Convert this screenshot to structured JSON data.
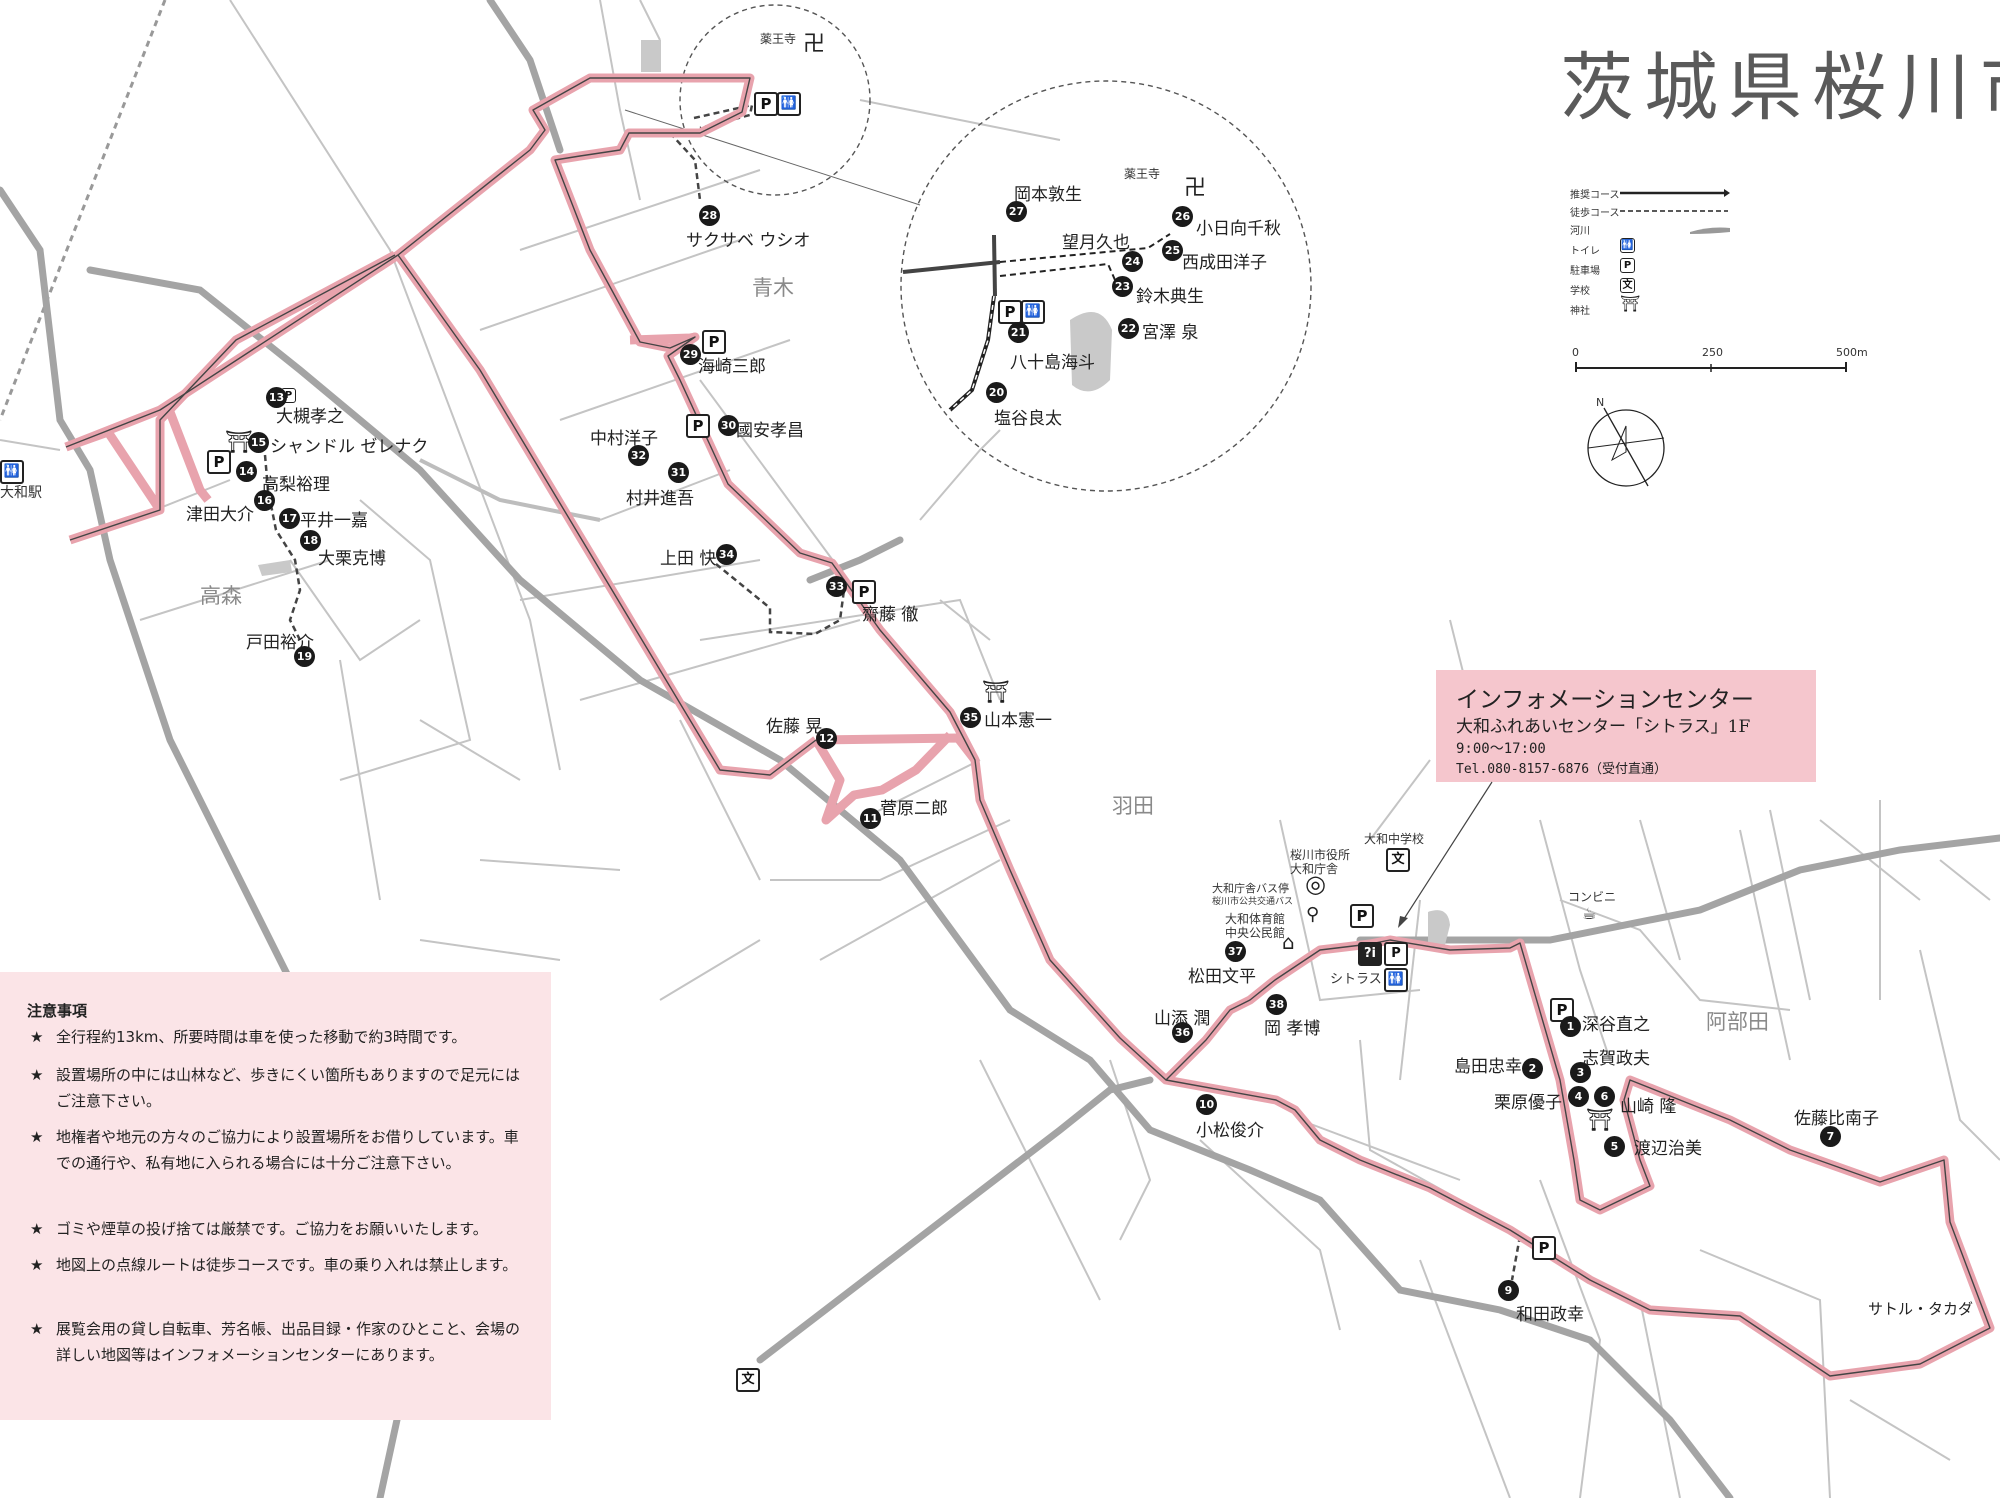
{
  "title": "茨城県桜川市",
  "areas": [
    "青木",
    "高森",
    "羽田",
    "阿部田"
  ],
  "places": {
    "yakuoji_top": "薬王寺",
    "yakuoji_inset": "薬王寺",
    "station": "大和駅",
    "school": "大和中学校",
    "city_office_1": "桜川市役所",
    "city_office_2": "大和庁舎",
    "bus_stop_1": "大和庁舎バス停",
    "bus_stop_2": "桜川市公共交通バス",
    "gym_1": "大和体育館",
    "gym_2": "中央公民館",
    "citrus": "シトラス",
    "conbini": "コンビニ",
    "satoru": "サトル・タカダ"
  },
  "artists": [
    {
      "n": "1",
      "name": "深谷直之"
    },
    {
      "n": "2",
      "name": "島田忠幸"
    },
    {
      "n": "3",
      "name": "志賀政夫"
    },
    {
      "n": "4",
      "name": "栗原優子"
    },
    {
      "n": "5",
      "name": "渡辺治美"
    },
    {
      "n": "6",
      "name": "山崎 隆"
    },
    {
      "n": "7",
      "name": "佐藤比南子"
    },
    {
      "n": "9",
      "name": "和田政幸"
    },
    {
      "n": "10",
      "name": "小松俊介"
    },
    {
      "n": "11",
      "name": "菅原二郎"
    },
    {
      "n": "12",
      "name": "佐藤 晃"
    },
    {
      "n": "13",
      "name": "大槻孝之"
    },
    {
      "n": "14",
      "name": "高梨裕理"
    },
    {
      "n": "15",
      "name": "シャンドル ゼレナク"
    },
    {
      "n": "16",
      "name": "津田大介"
    },
    {
      "n": "17",
      "name": "平井一嘉"
    },
    {
      "n": "18",
      "name": "大栗克博"
    },
    {
      "n": "19",
      "name": "戸田裕介"
    },
    {
      "n": "20",
      "name": "塩谷良太"
    },
    {
      "n": "21",
      "name": "八十島海斗"
    },
    {
      "n": "22",
      "name": "宮澤 泉"
    },
    {
      "n": "23",
      "name": "鈴木典生"
    },
    {
      "n": "24",
      "name": "望月久也"
    },
    {
      "n": "25",
      "name": "西成田洋子"
    },
    {
      "n": "26",
      "name": "小日向千秋"
    },
    {
      "n": "27",
      "name": "岡本敦生"
    },
    {
      "n": "28",
      "name": "サクサベ ウシオ"
    },
    {
      "n": "29",
      "name": "海崎三郎"
    },
    {
      "n": "30",
      "name": "國安孝昌"
    },
    {
      "n": "31",
      "name": "村井進吾"
    },
    {
      "n": "32",
      "name": "中村洋子"
    },
    {
      "n": "33",
      "name": "齋藤 徹"
    },
    {
      "n": "34",
      "name": "上田 快"
    },
    {
      "n": "35",
      "name": "山本憲一"
    },
    {
      "n": "36",
      "name": "山添 潤"
    },
    {
      "n": "37",
      "name": "松田文平"
    },
    {
      "n": "38",
      "name": "岡 孝博"
    }
  ],
  "legend": {
    "items": [
      "推奨コース",
      "徒歩コース",
      "河川",
      "トイレ",
      "駐車場",
      "学校",
      "神社"
    ],
    "scale": [
      "0",
      "250",
      "500m"
    ],
    "north": "N"
  },
  "info_center": {
    "title": "インフォメーションセンター",
    "name": "大和ふれあいセンター「シトラス」1F",
    "hours": "9:00～17:00",
    "tel": "Tel.080-8157-6876（受付直通）"
  },
  "notes": {
    "title": "注意事項",
    "items": [
      "全行程約13km、所要時間は車を使った移動で約3時間です。",
      "設置場所の中には山林など、歩きにくい箇所もありますので足元にはご注意下さい。",
      "地権者や地元の方々のご協力により設置場所をお借りしています。車での通行や、私有地に入られる場合には十分ご注意下さい。",
      "ゴミや煙草の投げ捨ては厳禁です。ご協力をお願いいたします。",
      "地図上の点線ルートは徒歩コースです。車の乗り入れは禁止します。",
      "展覧会用の貸し自転車、芳名帳、出品目録・作家のひとこと、会場の詳しい地図等はインフォメーションセンターにあります。"
    ]
  },
  "icons": {
    "parking": "P",
    "temple": "卍",
    "shrine": "⛩",
    "school": "文",
    "toilet": "🚻",
    "info": "?i"
  },
  "colors": {
    "route": "#e8a3ad",
    "route_line": "#444444",
    "road": "#b9b9b9",
    "highway": "#8c8c8c",
    "info_bg": "#f5c6cd",
    "notes_bg": "#fbe4e7"
  }
}
